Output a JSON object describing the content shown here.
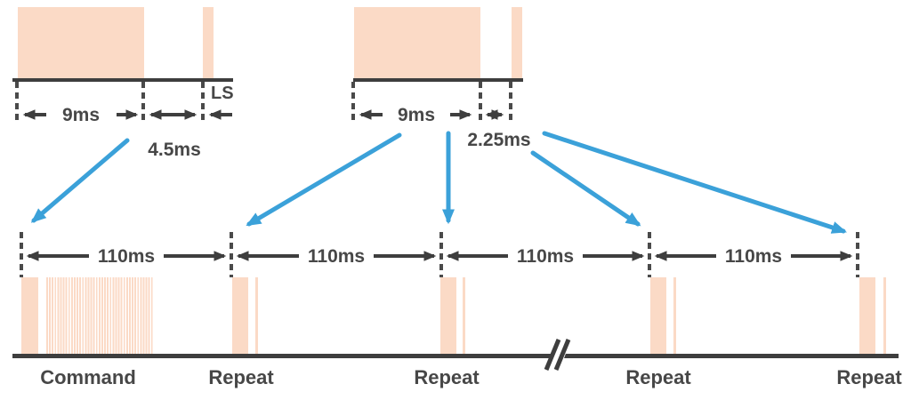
{
  "header_waveforms": {
    "left": {
      "burst_duration_label": "9ms",
      "space_duration_label": "4.5ms",
      "tail_label": "LS"
    },
    "right": {
      "burst_duration_label": "9ms",
      "space_duration_label": "2.25ms"
    }
  },
  "timeline": {
    "interval_labels": [
      "110ms",
      "110ms",
      "110ms",
      "110ms"
    ],
    "frame_labels": [
      "Command",
      "Repeat",
      "Repeat",
      "Repeat",
      "Repeat"
    ]
  },
  "colors": {
    "pulse_fill": "#fbdac6",
    "ink": "#3e3e3e",
    "accent_blue": "#3ba1d9",
    "text": "#474747"
  }
}
